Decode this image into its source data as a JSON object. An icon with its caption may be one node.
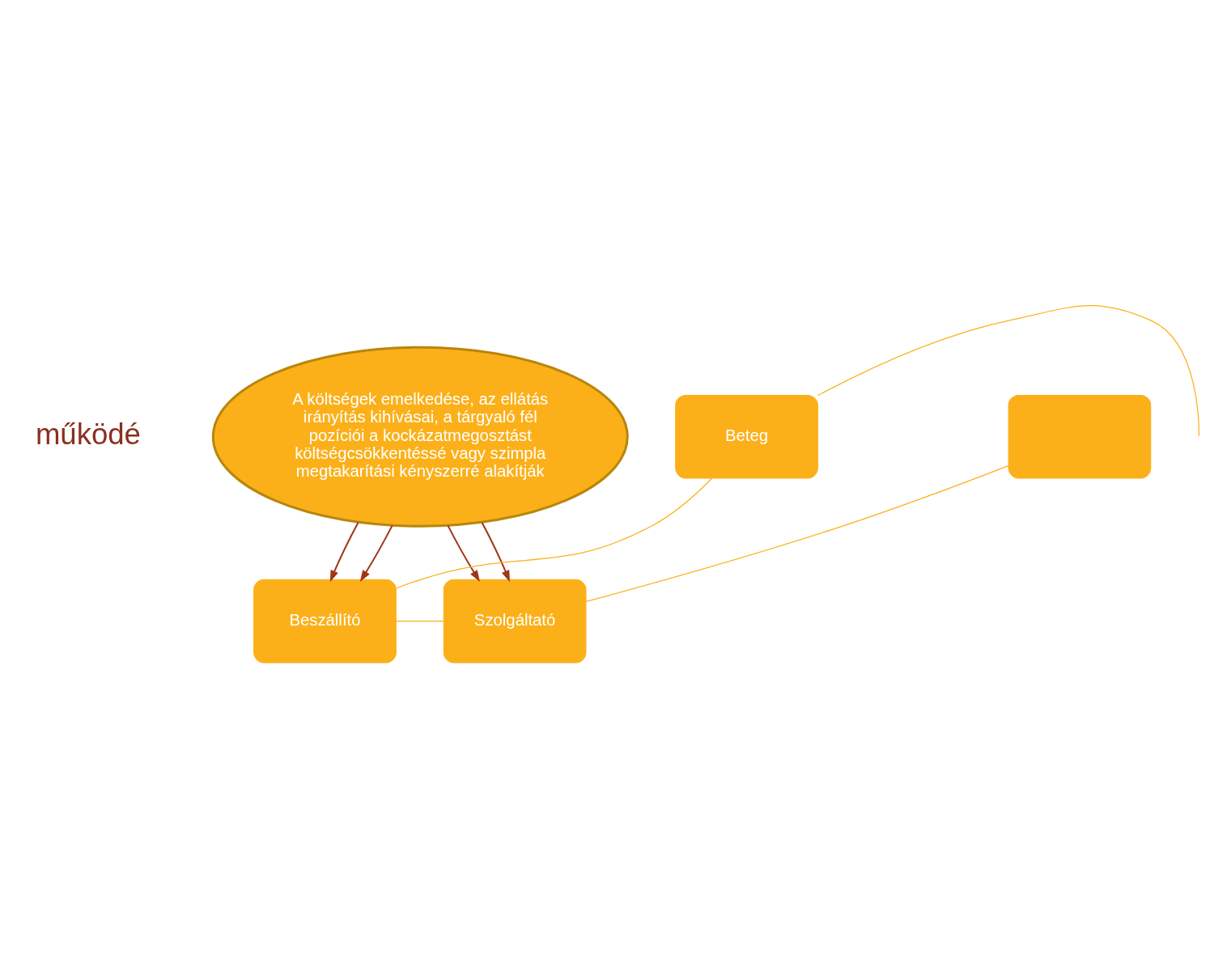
{
  "diagram": {
    "nodes": [
      {
        "text": [
          "A költségek emelkedése, az ellátás irányítás kihívásai, a tárgyaló fél pozíciói a kockázatmegosztást költségcsökkentéssé vagy szimpla megtakarítási kényszerré alakítják"
        ]
      },
      {
        "text": [
          "Beteg"
        ]
      },
      {
        "text": [],
        "shape": "box"
      },
      {
        "text": [
          "Beszállító"
        ]
      },
      {
        "text": [
          "Szolgáltató"
        ]
      }
    ],
    "edges": [
      {
        "from": 0,
        "to": 3,
        "arrow": "to"
      },
      {
        "from": 0,
        "to": 4,
        "arrow": "to"
      },
      {
        "from": 0,
        "to": 3,
        "arrow": "to"
      },
      {
        "from": 0,
        "to": 4,
        "arrow": "to"
      },
      {
        "from": 1,
        "to": 3,
        "arrow": "none",
        "color": "#fbb01a"
      },
      {
        "from": 3,
        "to": 4,
        "arrow": "none",
        "color": "#fbb01a"
      },
      {
        "from": 4,
        "to": 2,
        "arrow": "none",
        "color": "#fbb01a"
      },
      {
        "from": 1,
        "to": null,
        "arrow": "none",
        "color": "#fbb01a"
      }
    ],
    "labels": [
      "működé"
    ]
  }
}
